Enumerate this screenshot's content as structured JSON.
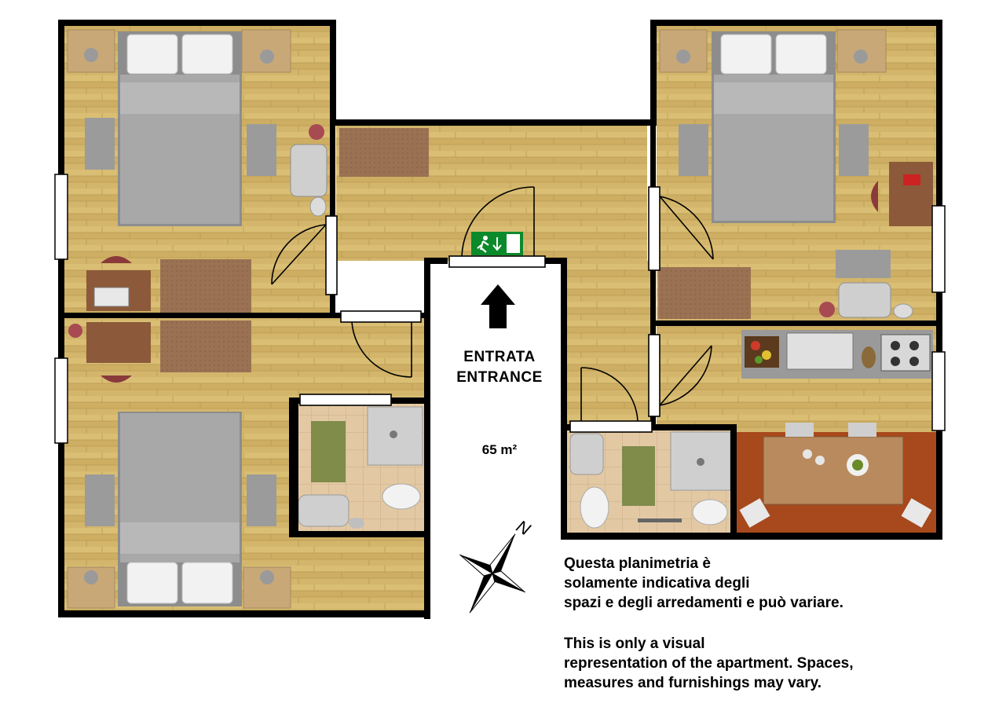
{
  "floorplan": {
    "entrance_label_it": "ENTRATA",
    "entrance_label_en": "ENTRANCE",
    "area": "65 m²",
    "compass_north": "N",
    "disclaimer_it": [
      "Questa planimetria è",
      "solamente indicativa degli",
      "spazi e degli arredamenti e può variare."
    ],
    "disclaimer_en": [
      "This is only a visual",
      "representation of the apartment. Spaces,",
      "measures and  furnishings may vary."
    ],
    "rooms": [
      "bedroom-top-left",
      "bedroom-bottom-left",
      "bedroom-top-right",
      "corridor",
      "bathroom-left",
      "bathroom-right",
      "kitchen-dining",
      "entrance-hall"
    ],
    "icons": [
      "emergency-exit-sign-icon",
      "entrance-arrow-icon",
      "compass-rose-icon"
    ]
  },
  "colors": {
    "wood": "#d2b66a",
    "wall": "#000000",
    "tile": "#e2c8a2",
    "rug": "#9b7352",
    "exit_sign": "#0a8a2a",
    "kitchen_floor": "#a3461a"
  }
}
